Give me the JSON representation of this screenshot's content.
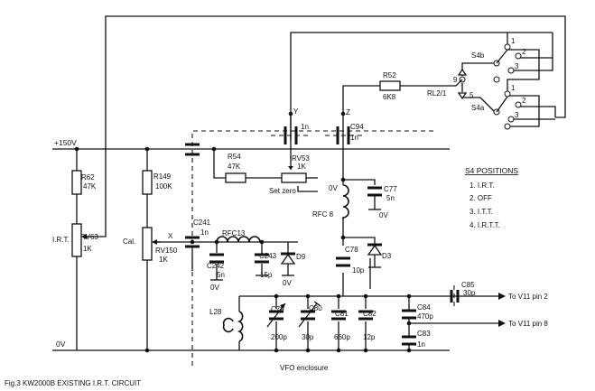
{
  "caption": "Fig.3 KW2000B EXISTING I.R.T. CIRCUIT",
  "enclosure_label": "VFO enclosure",
  "supply": {
    "plus150": "+150V",
    "zero": "0V"
  },
  "s4_positions": {
    "title": "S4 POSITIONS",
    "items": [
      "1. I.R.T.",
      "2. OFF",
      "3. I.T.T.",
      "4. I.R.T.T."
    ]
  },
  "components": {
    "r62": {
      "ref": "R62",
      "value": "47K"
    },
    "r149": {
      "ref": "R149",
      "value": "100K"
    },
    "rv63": {
      "ref": "RV63",
      "value": "1K",
      "label": "I.R.T."
    },
    "rv150": {
      "ref": "RV150",
      "value": "1K",
      "label": "Cal."
    },
    "r54": {
      "ref": "R54",
      "value": "47K"
    },
    "rv53": {
      "ref": "RV53",
      "value": "1K",
      "label": "Set zero"
    },
    "r52": {
      "ref": "R52",
      "value": "6K8"
    },
    "rl2": {
      "ref": "RL2/1"
    },
    "s4a": {
      "ref": "S4a"
    },
    "s4b": {
      "ref": "S4b"
    },
    "c241": {
      "ref": "C241",
      "value": "1n"
    },
    "c242": {
      "ref": "C242",
      "value": "5n"
    },
    "c243": {
      "ref": "C243",
      "value": "15p"
    },
    "rfc13": {
      "ref": "RFC13"
    },
    "d9": {
      "ref": "D9"
    },
    "y_cap": {
      "ref": "Y",
      "value": "1n"
    },
    "c94": {
      "ref": "C94",
      "value": "1n",
      "node": "Z"
    },
    "c77": {
      "ref": "C77",
      "value": "5n"
    },
    "rfc8": {
      "ref": "RFC 8"
    },
    "c78": {
      "ref": "C78",
      "value": "10p"
    },
    "d3": {
      "ref": "D3"
    },
    "l28": {
      "ref": "L28"
    },
    "c79": {
      "ref": "C79",
      "value": "200p"
    },
    "c80": {
      "ref": "C80",
      "value": "30p"
    },
    "c81": {
      "ref": "C81",
      "value": "660p"
    },
    "c82": {
      "ref": "C82",
      "value": "12p"
    },
    "c83": {
      "ref": "C83",
      "value": "1n"
    },
    "c84": {
      "ref": "C84",
      "value": "470p"
    },
    "c85": {
      "ref": "C85",
      "value": "30p"
    }
  },
  "nodes": {
    "x": "X",
    "ov": "0V"
  },
  "switch_pins": {
    "p9": "9",
    "p5": "5",
    "n1": "1",
    "n2": "2",
    "n3": "3"
  },
  "outputs": {
    "pin2": "To V11 pin 2",
    "pin8": "To V11 pin 8"
  }
}
